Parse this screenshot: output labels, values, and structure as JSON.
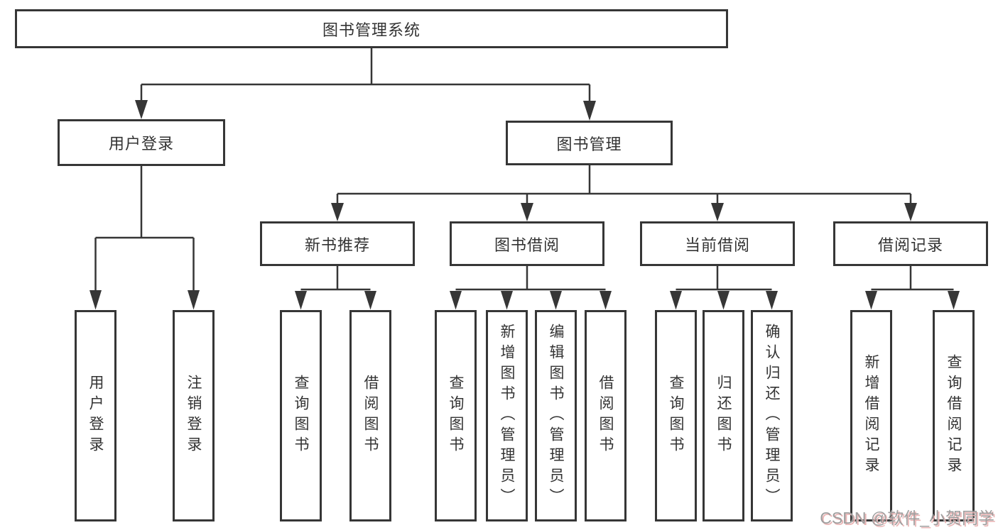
{
  "tree": {
    "root": {
      "label": "图书管理系统",
      "children": [
        {
          "label": "用户登录",
          "children": [
            {
              "label": "用户登录"
            },
            {
              "label": "注销登录"
            }
          ]
        },
        {
          "label": "图书管理",
          "children": [
            {
              "label": "新书推荐",
              "children": [
                {
                  "label": "查询图书"
                },
                {
                  "label": "借阅图书"
                }
              ]
            },
            {
              "label": "图书借阅",
              "children": [
                {
                  "label": "查询图书"
                },
                {
                  "label": "新增图书（管理员）"
                },
                {
                  "label": "编辑图书（管理员）"
                },
                {
                  "label": "借阅图书"
                }
              ]
            },
            {
              "label": "当前借阅",
              "children": [
                {
                  "label": "查询图书"
                },
                {
                  "label": "归还图书"
                },
                {
                  "label": "确认归还（管理员）"
                }
              ]
            },
            {
              "label": "借阅记录",
              "children": [
                {
                  "label": "新增借阅记录"
                },
                {
                  "label": "查询借阅记录"
                }
              ]
            }
          ]
        }
      ]
    }
  },
  "watermark": {
    "text": "CSDN @软件_小贺同学"
  },
  "colors": {
    "line": "#363636",
    "box_border": "#363636",
    "text": "#333333",
    "background": "#ffffff",
    "watermark_text": "#9e9e9e",
    "watermark_shadow": "#eab6b6"
  }
}
